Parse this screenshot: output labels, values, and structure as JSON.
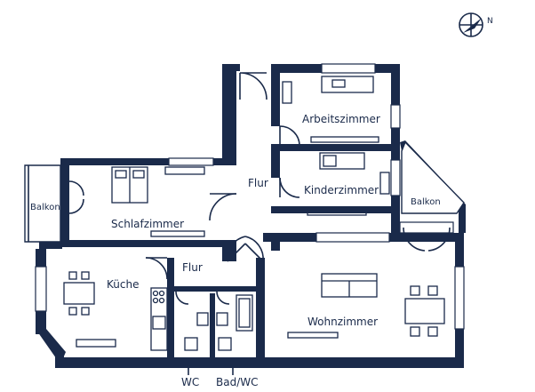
{
  "rooms": {
    "arbeitszimmer": "Arbeitszimmer",
    "flur_oben": "Flur",
    "kinderzimmer": "Kinderzimmer",
    "schlafzimmer": "Schlafzimmer",
    "balkon_links": "Balkon",
    "balkon_rechts": "Balkon",
    "kueche": "Küche",
    "flur_unten": "Flur",
    "wohnzimmer": "Wohnzimmer",
    "wc": "WC",
    "bad_wc": "Bad/WC"
  },
  "compass": {
    "label": "N"
  },
  "colors": {
    "wall": "#1a2a4a",
    "background": "#ffffff"
  }
}
